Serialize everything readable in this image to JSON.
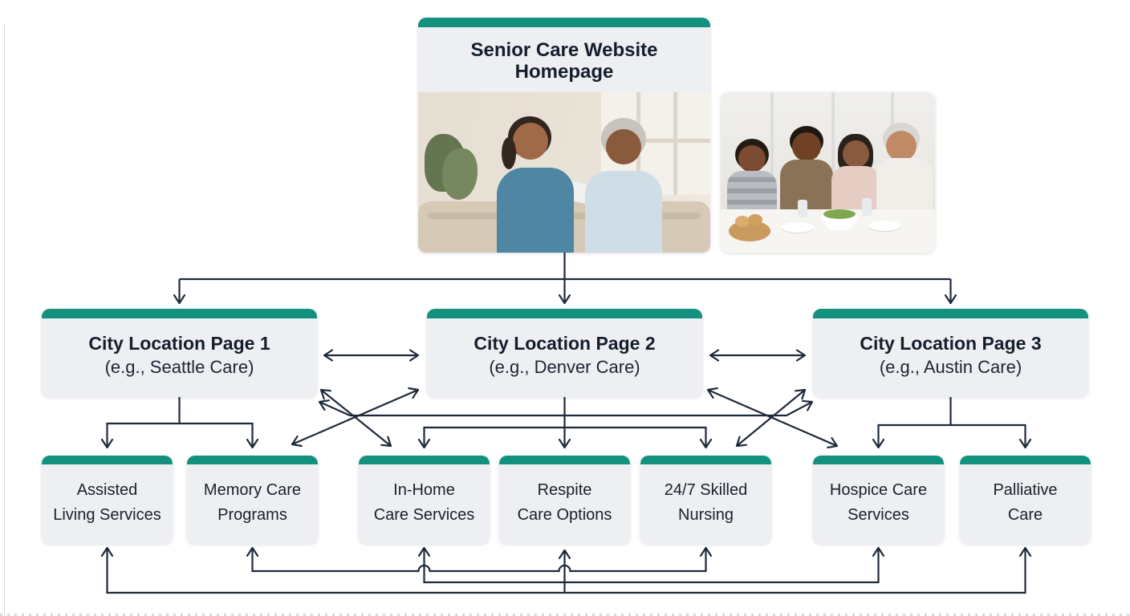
{
  "colors": {
    "teal": "#12917F",
    "box_bg": "#EDEFF2",
    "line": "#1E2A3A",
    "text": "#151E2C"
  },
  "homepage": {
    "title_line1": "Senior Care Website",
    "title_line2": "Homepage"
  },
  "city_pages": [
    {
      "title": "City Location Page 1",
      "subtitle": "(e.g., Seattle Care)"
    },
    {
      "title": "City Location Page 2",
      "subtitle": "(e.g., Denver Care)"
    },
    {
      "title": "City Location Page 3",
      "subtitle": "(e.g., Austin Care)"
    }
  ],
  "services": [
    {
      "line1": "Assisted",
      "line2": "Living Services"
    },
    {
      "line1": "Memory Care",
      "line2": "Programs"
    },
    {
      "line1": "In-Home",
      "line2": "Care Services"
    },
    {
      "line1": "Respite",
      "line2": "Care Options"
    },
    {
      "line1": "24/7 Skilled",
      "line2": "Nursing"
    },
    {
      "line1": "Hospice Care",
      "line2": "Services"
    },
    {
      "line1": "Palliative",
      "line2": "Care"
    }
  ]
}
